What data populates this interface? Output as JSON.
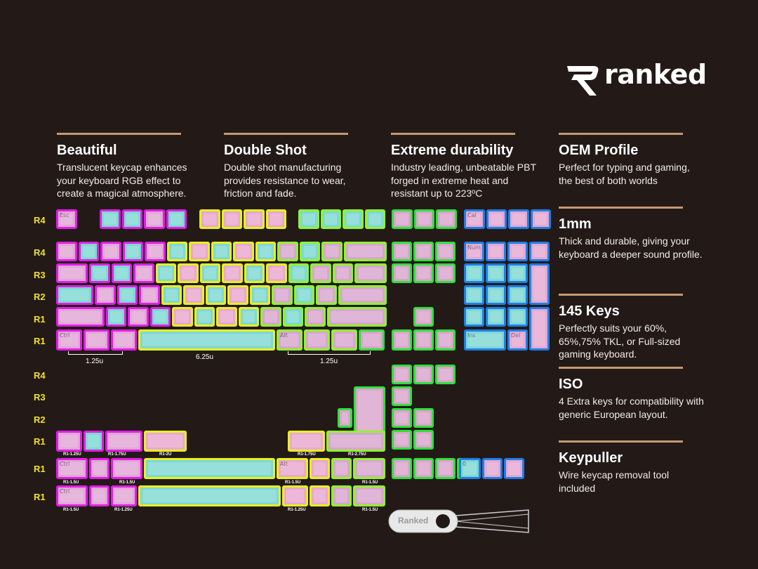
{
  "brand": {
    "logo_text": "ranked"
  },
  "features": [
    {
      "title": "Beautiful",
      "text": "Translucent keycap enhances your keyboard RGB effect to create a magical atmosphere."
    },
    {
      "title": "Double Shot",
      "text": "Double shot manufacturing provides resistance to wear, friction and fade."
    },
    {
      "title": "Extreme durability",
      "text": "Industry leading, unbeatable PBT forged in extreme heat and resistant up to 223ºC"
    },
    {
      "title": "OEM Profile",
      "text": "Perfect for typing and gaming, the best of both worlds"
    },
    {
      "title": "1mm",
      "text": "Thick and durable, giving your keyboard a deeper sound profile."
    },
    {
      "title": "145 Keys",
      "text": "Perfectly suits your 60%, 65%,75% TKL, or Full-sized gaming keyboard."
    },
    {
      "title": "ISO",
      "text": "4 Extra keys for compatibility with generic European layout."
    },
    {
      "title": "Keypuller",
      "text": "Wire keycap removal tool included"
    }
  ],
  "row_labels": [
    "R4",
    "R4",
    "R3",
    "R2",
    "R1",
    "R1",
    "R4",
    "R3",
    "R2",
    "R1",
    "R1",
    "R1"
  ],
  "dimensions": {
    "a": "1.25u",
    "b": "6.25u",
    "c": "1.25u"
  },
  "size_labels": {
    "r1a": "R1-1.25U",
    "r1b": "R1-1.75U",
    "r1c": "R1-2U",
    "r1d": "R1-1.75U",
    "r1e": "R1-2.75U",
    "m1": "R1-1.5U",
    "m2": "R1-1.5U",
    "m3": "R1-1.5U",
    "m4": "R1-1.5U",
    "b1": "R1-1.5U",
    "b2": "R1-1.25U",
    "b3": "R1-1.25U",
    "b4": "R1-1.5U"
  },
  "key_legends": {
    "esc": "Esc",
    "ctrl": "Ctrl",
    "alt": "Alt",
    "num": "Num",
    "ins": "Ins",
    "del": "Del",
    "cal": "Cal",
    "zero": "0"
  },
  "keypuller_label": "Ranked",
  "colors": {
    "magenta": "#e21ee6",
    "yellow": "#e8f01e",
    "lime": "#8ff52a",
    "green": "#2fe03a",
    "blue": "#1d7fe8",
    "pink": "#e8a8d0",
    "teal": "#7fd8d4",
    "accent": "#c49a73"
  }
}
